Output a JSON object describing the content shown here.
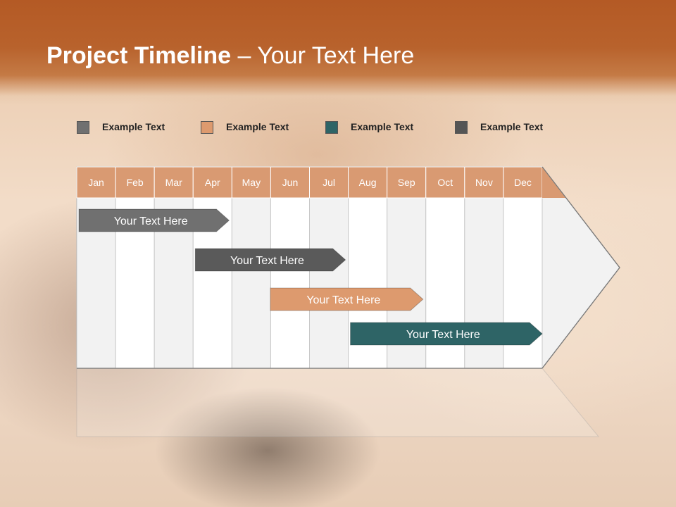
{
  "slide": {
    "title_bold": "Project Timeline",
    "title_rest": " – Your Text Here"
  },
  "legend": [
    {
      "label": "Example Text",
      "color": "#707070"
    },
    {
      "label": "Example Text",
      "color": "#dd9a6e"
    },
    {
      "label": "Example Text",
      "color": "#2e6466"
    },
    {
      "label": "Example Text",
      "color": "#555555"
    }
  ],
  "months": [
    "Jan",
    "Feb",
    "Mar",
    "Apr",
    "May",
    "Jun",
    "Jul",
    "Aug",
    "Sep",
    "Oct",
    "Nov",
    "Dec"
  ],
  "colors": {
    "header_orange": "#b45a25",
    "month_header": "#d99a72",
    "column_light": "#f2f2f2",
    "column_white": "#ffffff"
  },
  "tasks": [
    {
      "label": "Your  Text Here",
      "start": "Jan",
      "end": "Apr",
      "color": "#707070"
    },
    {
      "label": "Your  Text Here",
      "start": "Apr",
      "end": "Jul",
      "color": "#5a5a5a"
    },
    {
      "label": "Your  Text Here",
      "start": "Jun",
      "end": "Sep",
      "color": "#dd9a6e"
    },
    {
      "label": "Your  Text Here",
      "start": "Aug",
      "end": "Dec",
      "color": "#2e6466"
    }
  ]
}
